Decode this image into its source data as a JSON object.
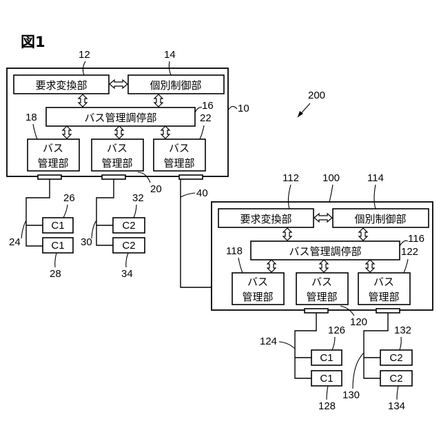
{
  "figure": {
    "title": "図1",
    "system_ref": "200"
  },
  "unit_a": {
    "ref": "10",
    "request_converter": {
      "label": "要求変換部",
      "ref": "12"
    },
    "individual_controller": {
      "label": "個別制御部",
      "ref": "14"
    },
    "arbiter": {
      "label": "バス管理調停部",
      "ref": "16"
    },
    "bus_managers": [
      {
        "line1": "バス",
        "line2": "管理部",
        "ref": "18"
      },
      {
        "line1": "バス",
        "line2": "管理部",
        "ref": "20"
      },
      {
        "line1": "バス",
        "line2": "管理部",
        "ref": "22"
      }
    ],
    "bus_left": {
      "ref": "24",
      "nodes": [
        {
          "label": "C1",
          "ref": "26"
        },
        {
          "label": "C1",
          "ref": "28"
        }
      ]
    },
    "bus_right": {
      "ref": "30",
      "nodes": [
        {
          "label": "C2",
          "ref": "32"
        },
        {
          "label": "C2",
          "ref": "34"
        }
      ]
    }
  },
  "link": {
    "ref": "40"
  },
  "unit_b": {
    "ref": "100",
    "request_converter": {
      "label": "要求変換部",
      "ref": "112"
    },
    "individual_controller": {
      "label": "個別制御部",
      "ref": "114"
    },
    "arbiter": {
      "label": "バス管理調停部",
      "ref": "116"
    },
    "bus_managers": [
      {
        "line1": "バス",
        "line2": "管理部",
        "ref": "118"
      },
      {
        "line1": "バス",
        "line2": "管理部",
        "ref": "120"
      },
      {
        "line1": "バス",
        "line2": "管理部",
        "ref": "122"
      }
    ],
    "bus_left": {
      "ref": "124",
      "nodes": [
        {
          "label": "C1",
          "ref": "126"
        },
        {
          "label": "C1",
          "ref": "128"
        }
      ]
    },
    "bus_right": {
      "ref": "130",
      "nodes": [
        {
          "label": "C2",
          "ref": "132"
        },
        {
          "label": "C2",
          "ref": "134"
        }
      ]
    }
  }
}
